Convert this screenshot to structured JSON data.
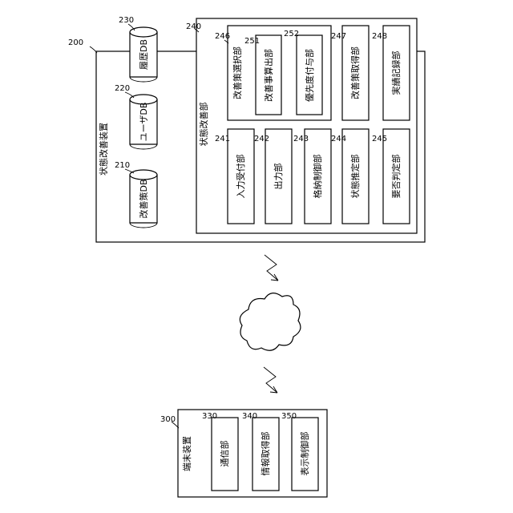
{
  "device": {
    "ref": "200",
    "label": "状態改善装置",
    "databases": [
      {
        "ref": "210",
        "label": "改善策DB"
      },
      {
        "ref": "220",
        "label": "ユーザDB"
      },
      {
        "ref": "230",
        "label": "履歴DB"
      }
    ],
    "unit": {
      "ref": "240",
      "label": "状態改善部",
      "modules": [
        {
          "ref": "241",
          "label": "入力受付部"
        },
        {
          "ref": "242",
          "label": "出力部"
        },
        {
          "ref": "243",
          "label": "格納制御部"
        },
        {
          "ref": "244",
          "label": "状態推定部"
        },
        {
          "ref": "245",
          "label": "要否判定部"
        }
      ],
      "selector": {
        "ref": "246",
        "label": "改善策選択部",
        "children": [
          {
            "ref": "251",
            "label": "改善事算出部"
          },
          {
            "ref": "252",
            "label": "優先度付与部"
          }
        ]
      },
      "acquirer": {
        "ref": "247",
        "label": "改善策取得部"
      },
      "recorder": {
        "ref": "248",
        "label": "実績記録部"
      }
    }
  },
  "terminal": {
    "ref": "300",
    "label": "端末装置",
    "modules": [
      {
        "ref": "330",
        "label": "通信部"
      },
      {
        "ref": "340",
        "label": "情報取得部"
      },
      {
        "ref": "350",
        "label": "表示制御部"
      }
    ]
  }
}
